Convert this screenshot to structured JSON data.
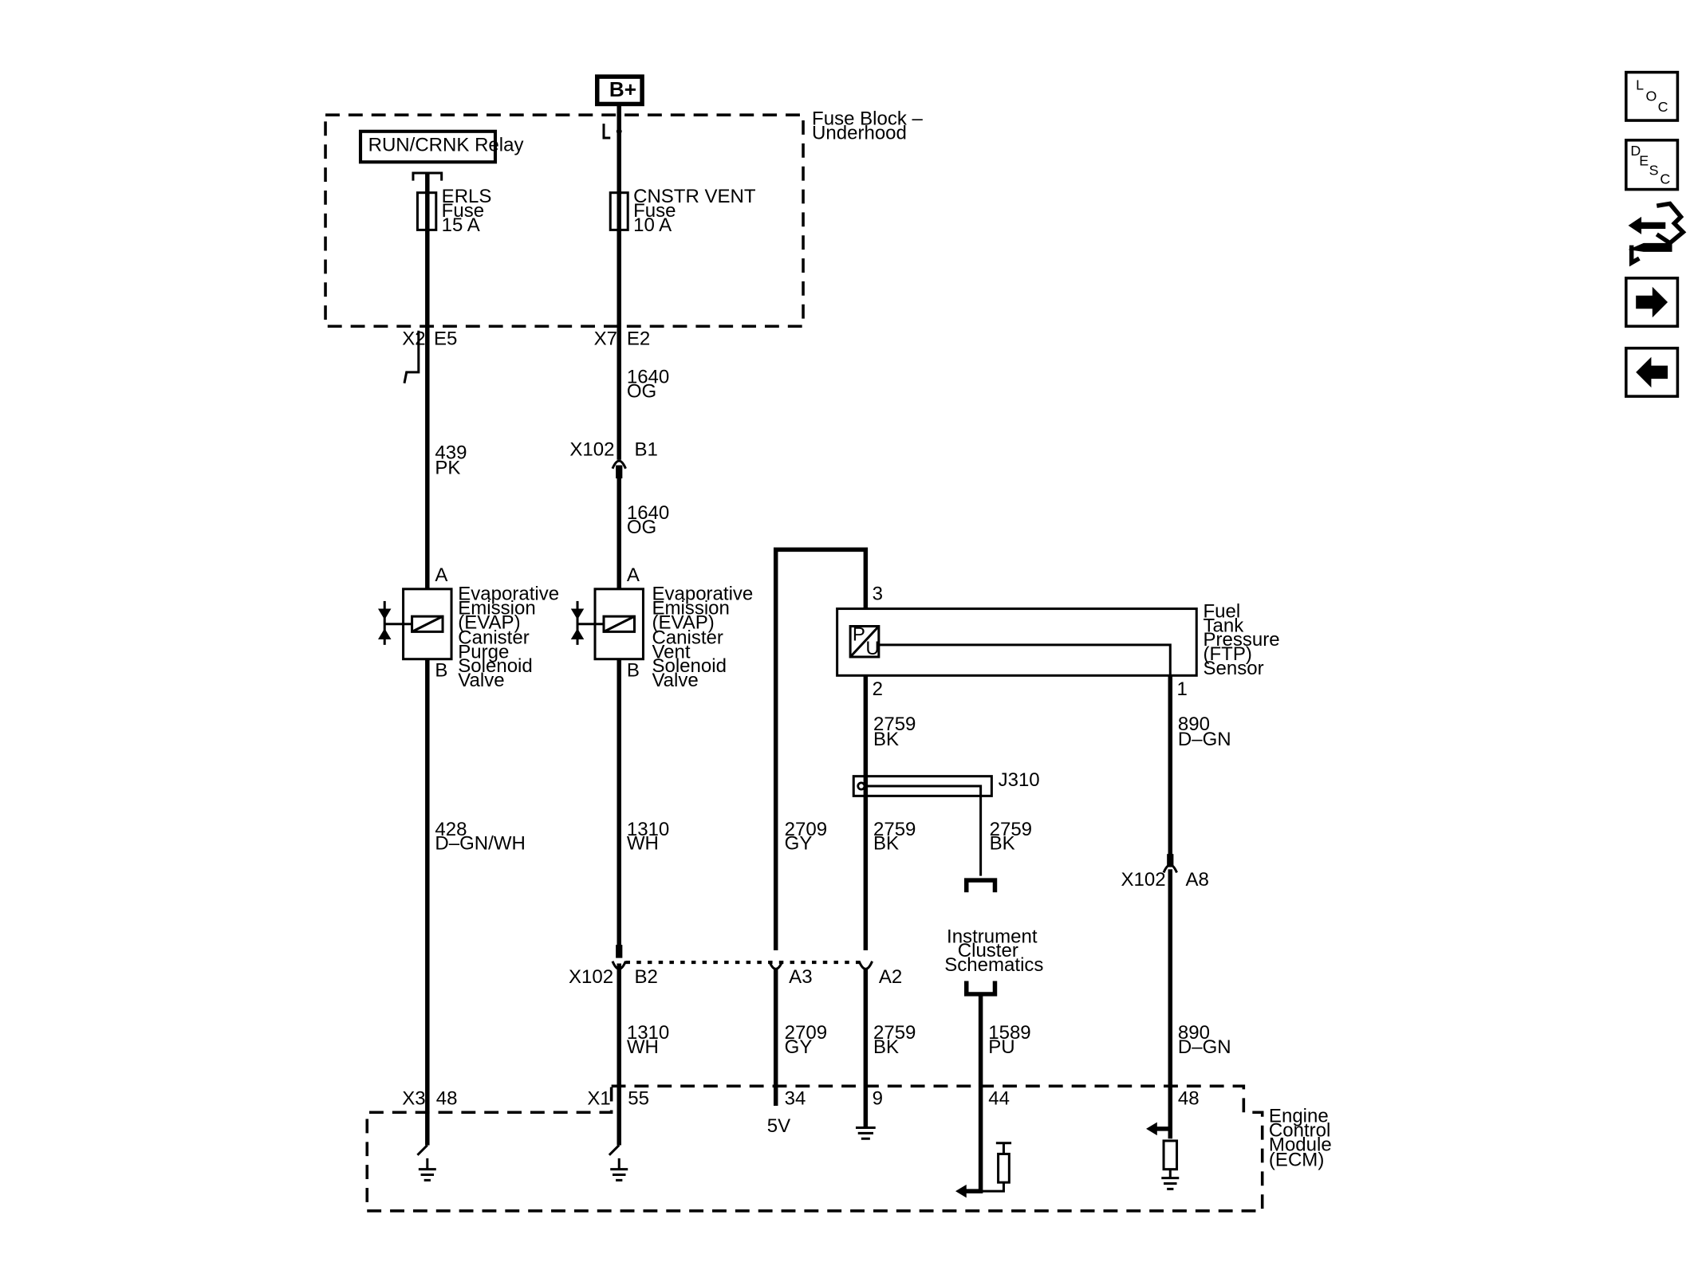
{
  "diagram": {
    "bplus": "B+",
    "fuse_block": {
      "line1": "Fuse Block –",
      "line2": "Underhood"
    },
    "relay": "RUN/CRNK Relay",
    "fuse_erls": {
      "line1": "ERLS",
      "line2": "Fuse",
      "line3": "15 A"
    },
    "fuse_cnstr": {
      "line1": "CNSTR VENT",
      "line2": "Fuse",
      "line3": "10 A"
    },
    "left_conn": {
      "x": "X2",
      "pin": "E5"
    },
    "mid_conn": {
      "x": "X7",
      "pin": "E2"
    },
    "wire_1640a": {
      "num": "1640",
      "color": "OG"
    },
    "x102_b1": {
      "x": "X102",
      "pin": "B1"
    },
    "wire_1640b": {
      "num": "1640",
      "color": "OG"
    },
    "wire_439": {
      "num": "439",
      "color": "PK"
    },
    "purge_valve": {
      "pin_a": "A",
      "pin_b": "B",
      "lines": [
        "Evaporative",
        "Emission",
        "(EVAP)",
        "Canister",
        "Purge",
        "Solenoid",
        "Valve"
      ]
    },
    "vent_valve": {
      "pin_a": "A",
      "pin_b": "B",
      "lines": [
        "Evaporative",
        "Emission",
        "(EVAP)",
        "Canister",
        "Vent",
        "Solenoid",
        "Valve"
      ]
    },
    "ftp_sensor": {
      "pin3": "3",
      "pin2": "2",
      "pin1": "1",
      "lines": [
        "Fuel",
        "Tank",
        "Pressure",
        "(FTP)",
        "Sensor"
      ],
      "glyph_p": "P",
      "glyph_u": "U"
    },
    "wire_2759_top": {
      "num": "2759",
      "color": "BK"
    },
    "wire_890_top": {
      "num": "890",
      "color": "D–GN"
    },
    "splice": "J310",
    "wire_428": {
      "num": "428",
      "color": "D–GN/WH"
    },
    "wire_1310a": {
      "num": "1310",
      "color": "WH"
    },
    "wire_2709a": {
      "num": "2709",
      "color": "GY"
    },
    "wire_2759_mid": {
      "num": "2759",
      "color": "BK"
    },
    "wire_2759_ic": {
      "num": "2759",
      "color": "BK"
    },
    "x102_a8": {
      "x": "X102",
      "pin": "A8"
    },
    "instrument_cluster": {
      "line1": "Instrument",
      "line2": "Cluster",
      "line3": "Schematics"
    },
    "x102_b2": {
      "x": "X102",
      "pin": "B2"
    },
    "pin_a3": "A3",
    "pin_a2": "A2",
    "wire_1310b": {
      "num": "1310",
      "color": "WH"
    },
    "wire_2709b": {
      "num": "2709",
      "color": "GY"
    },
    "wire_2759_low": {
      "num": "2759",
      "color": "BK"
    },
    "wire_1589": {
      "num": "1589",
      "color": "PU"
    },
    "wire_890_low": {
      "num": "890",
      "color": "D–GN"
    },
    "ecm_pins": {
      "x3": "X3",
      "p48a": "48",
      "x1": "X1",
      "p55": "55",
      "p34": "34",
      "p9": "9",
      "p44": "44",
      "p48b": "48"
    },
    "ref_5v": "5V",
    "ecm": {
      "line1": "Engine",
      "line2": "Control",
      "line3": "Module",
      "line4": "(ECM)"
    }
  },
  "sidebar": {
    "loc_button": {
      "l": "L",
      "o": "O",
      "c": "C",
      "icon": "loc-icon"
    },
    "desc_button": {
      "d": "D",
      "e": "E",
      "s": "S",
      "c": "C",
      "icon": "desc-icon"
    },
    "connector_button": {
      "icon": "connector-wrench-icon"
    },
    "next_button": {
      "icon": "arrow-right-icon"
    },
    "prev_button": {
      "icon": "arrow-left-icon"
    }
  }
}
